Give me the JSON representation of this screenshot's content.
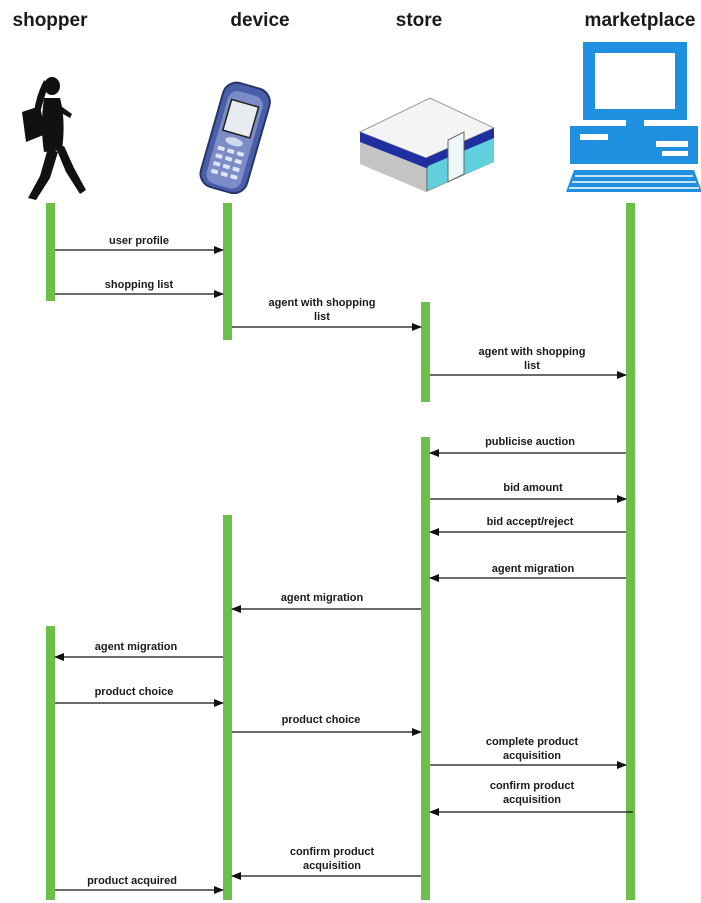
{
  "actors": [
    {
      "id": "shopper",
      "label": "shopper",
      "icon": "walking-person-icon"
    },
    {
      "id": "device",
      "label": "device",
      "icon": "mobile-phone-icon"
    },
    {
      "id": "store",
      "label": "store",
      "icon": "store-building-icon"
    },
    {
      "id": "marketplace",
      "label": "marketplace",
      "icon": "desktop-computer-icon"
    }
  ],
  "messages": [
    {
      "from": "shopper",
      "to": "device",
      "lines": [
        "user profile"
      ]
    },
    {
      "from": "shopper",
      "to": "device",
      "lines": [
        "shopping list"
      ]
    },
    {
      "from": "device",
      "to": "store",
      "lines": [
        "agent with shopping",
        "list"
      ]
    },
    {
      "from": "store",
      "to": "marketplace",
      "lines": [
        "agent with shopping",
        "list"
      ]
    },
    {
      "from": "marketplace",
      "to": "store",
      "lines": [
        "publicise auction"
      ]
    },
    {
      "from": "store",
      "to": "marketplace",
      "lines": [
        "bid amount"
      ]
    },
    {
      "from": "marketplace",
      "to": "store",
      "lines": [
        "bid accept/reject"
      ]
    },
    {
      "from": "marketplace",
      "to": "store",
      "lines": [
        "agent migration"
      ]
    },
    {
      "from": "store",
      "to": "device",
      "lines": [
        "agent migration"
      ]
    },
    {
      "from": "device",
      "to": "shopper",
      "lines": [
        "agent migration"
      ]
    },
    {
      "from": "shopper",
      "to": "device",
      "lines": [
        "product choice"
      ]
    },
    {
      "from": "device",
      "to": "store",
      "lines": [
        "product choice"
      ]
    },
    {
      "from": "store",
      "to": "marketplace",
      "lines": [
        "complete product",
        "acquisition"
      ]
    },
    {
      "from": "marketplace",
      "to": "store",
      "lines": [
        "confirm product",
        "acquisition"
      ]
    },
    {
      "from": "store",
      "to": "device",
      "lines": [
        "confirm product",
        "acquisition"
      ]
    },
    {
      "from": "shopper",
      "to": "device",
      "lines": [
        "product acquired"
      ]
    }
  ],
  "colors": {
    "lifeline": "#6cc04a",
    "arrow": "#111111",
    "monitor": "#1f8fe0",
    "store_roof": "#1f2fa0",
    "store_window": "#5fd0dc"
  }
}
